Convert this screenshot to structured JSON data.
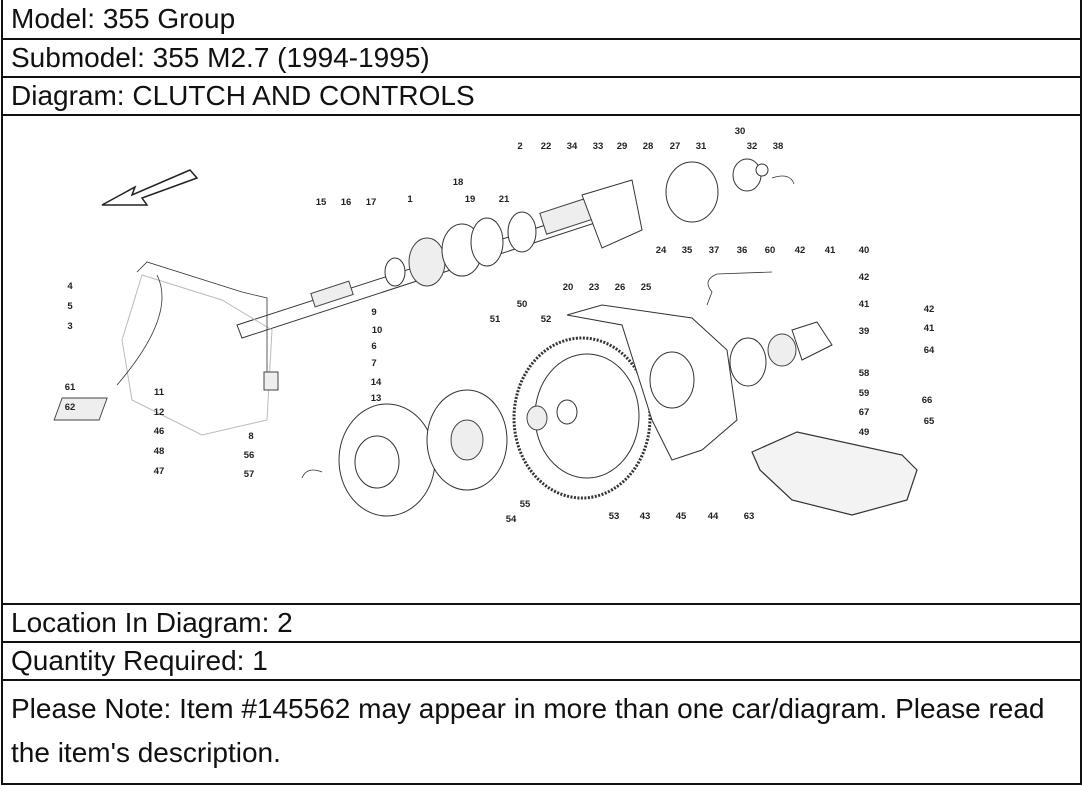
{
  "header": {
    "model_label": "Model: 355 Group",
    "submodel_label": "Submodel: 355 M2.7 (1994-1995)",
    "diagram_label": "Diagram: CLUTCH AND CONTROLS"
  },
  "diagram": {
    "callouts": [
      "2",
      "22",
      "34",
      "33",
      "29",
      "28",
      "27",
      "31",
      "30",
      "32",
      "38",
      "18",
      "15",
      "16",
      "17",
      "1",
      "19",
      "21",
      "24",
      "35",
      "37",
      "36",
      "60",
      "42",
      "41",
      "40",
      "20",
      "23",
      "26",
      "25",
      "42",
      "41",
      "39",
      "42",
      "41",
      "64",
      "58",
      "59",
      "67",
      "49",
      "66",
      "65",
      "50",
      "51",
      "52",
      "4",
      "5",
      "3",
      "61",
      "62",
      "9",
      "10",
      "6",
      "7",
      "14",
      "13",
      "11",
      "12",
      "46",
      "48",
      "47",
      "8",
      "56",
      "57",
      "55",
      "54",
      "53",
      "43",
      "45",
      "44",
      "63"
    ]
  },
  "footer": {
    "location_label": "Location In Diagram: 2",
    "quantity_label": "Quantity Required: 1",
    "note": "Please Note: Item #145562 may appear in more than one car/diagram. Please read the item's description."
  }
}
